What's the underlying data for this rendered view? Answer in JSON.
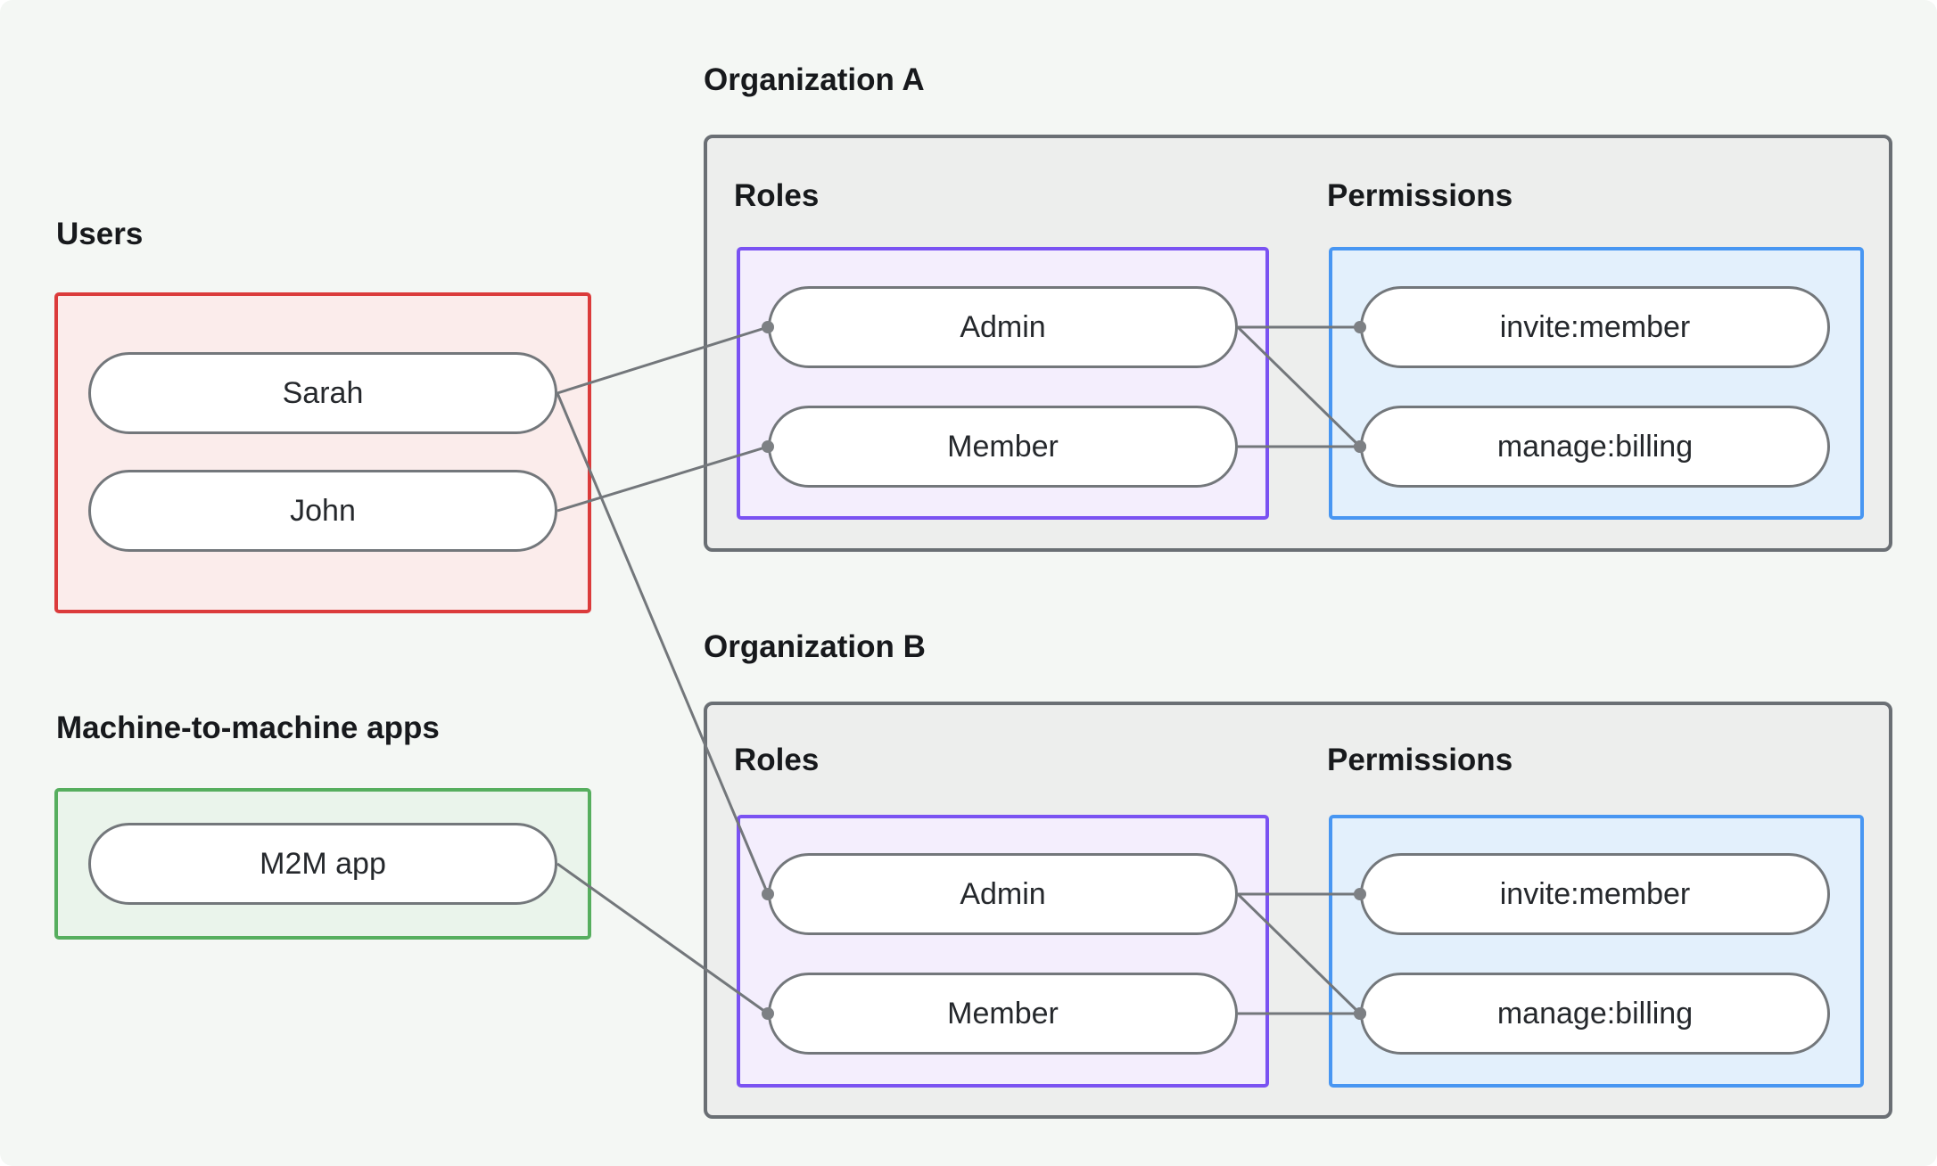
{
  "labels": {
    "users": "Users",
    "m2m": "Machine-to-machine apps",
    "org_a": "Organization A",
    "org_b": "Organization B",
    "roles": "Roles",
    "permissions": "Permissions"
  },
  "nodes": {
    "sarah": "Sarah",
    "john": "John",
    "m2m_app": "M2M app",
    "org_a_admin": "Admin",
    "org_a_member": "Member",
    "org_a_invite_member": "invite:member",
    "org_a_manage_billing": "manage:billing",
    "org_b_admin": "Admin",
    "org_b_member": "Member",
    "org_b_invite_member": "invite:member",
    "org_b_manage_billing": "manage:billing"
  },
  "connections": [
    {
      "from": "sarah",
      "from_side": "right",
      "to": "org_a_admin",
      "to_side": "left",
      "dot": "to"
    },
    {
      "from": "sarah",
      "from_side": "right",
      "to": "org_b_admin",
      "to_side": "left",
      "dot": "to"
    },
    {
      "from": "john",
      "from_side": "right",
      "to": "org_a_member",
      "to_side": "left",
      "dot": "to"
    },
    {
      "from": "m2m_app",
      "from_side": "right",
      "to": "org_b_member",
      "to_side": "left",
      "dot": "to"
    },
    {
      "from": "org_a_admin",
      "from_side": "right",
      "to": "org_a_invite_member",
      "to_side": "left",
      "dot": "to"
    },
    {
      "from": "org_a_admin",
      "from_side": "right",
      "to": "org_a_manage_billing",
      "to_side": "left",
      "dot": "to"
    },
    {
      "from": "org_a_member",
      "from_side": "right",
      "to": "org_a_manage_billing",
      "to_side": "left",
      "dot": "to"
    },
    {
      "from": "org_b_admin",
      "from_side": "right",
      "to": "org_b_invite_member",
      "to_side": "left",
      "dot": "to"
    },
    {
      "from": "org_b_admin",
      "from_side": "right",
      "to": "org_b_manage_billing",
      "to_side": "left",
      "dot": "to"
    },
    {
      "from": "org_b_member",
      "from_side": "right",
      "to": "org_b_manage_billing",
      "to_side": "left",
      "dot": "to"
    }
  ],
  "wire_style": {
    "stroke_width": 3,
    "dot_radius": 7
  },
  "colors": {
    "page_bg": "#F4F7F4",
    "org_box_bg": "#EDEEED",
    "org_box_border": "#6A6F74",
    "users_box_bg": "#FBECEB",
    "users_box_border": "#DB3B3B",
    "m2m_box_bg": "#EAF4EB",
    "m2m_box_border": "#56AE5E",
    "roles_box_bg": "#F4EEFD",
    "roles_box_border": "#7A52F2",
    "perms_box_bg": "#E3F0FC",
    "perms_box_border": "#4896F2",
    "pill_bg": "#FFFFFF",
    "pill_border": "#73777B",
    "wire": "#73777B",
    "dot": "#7D8084",
    "title_text": "#17191C",
    "pill_text": "#25282C"
  }
}
